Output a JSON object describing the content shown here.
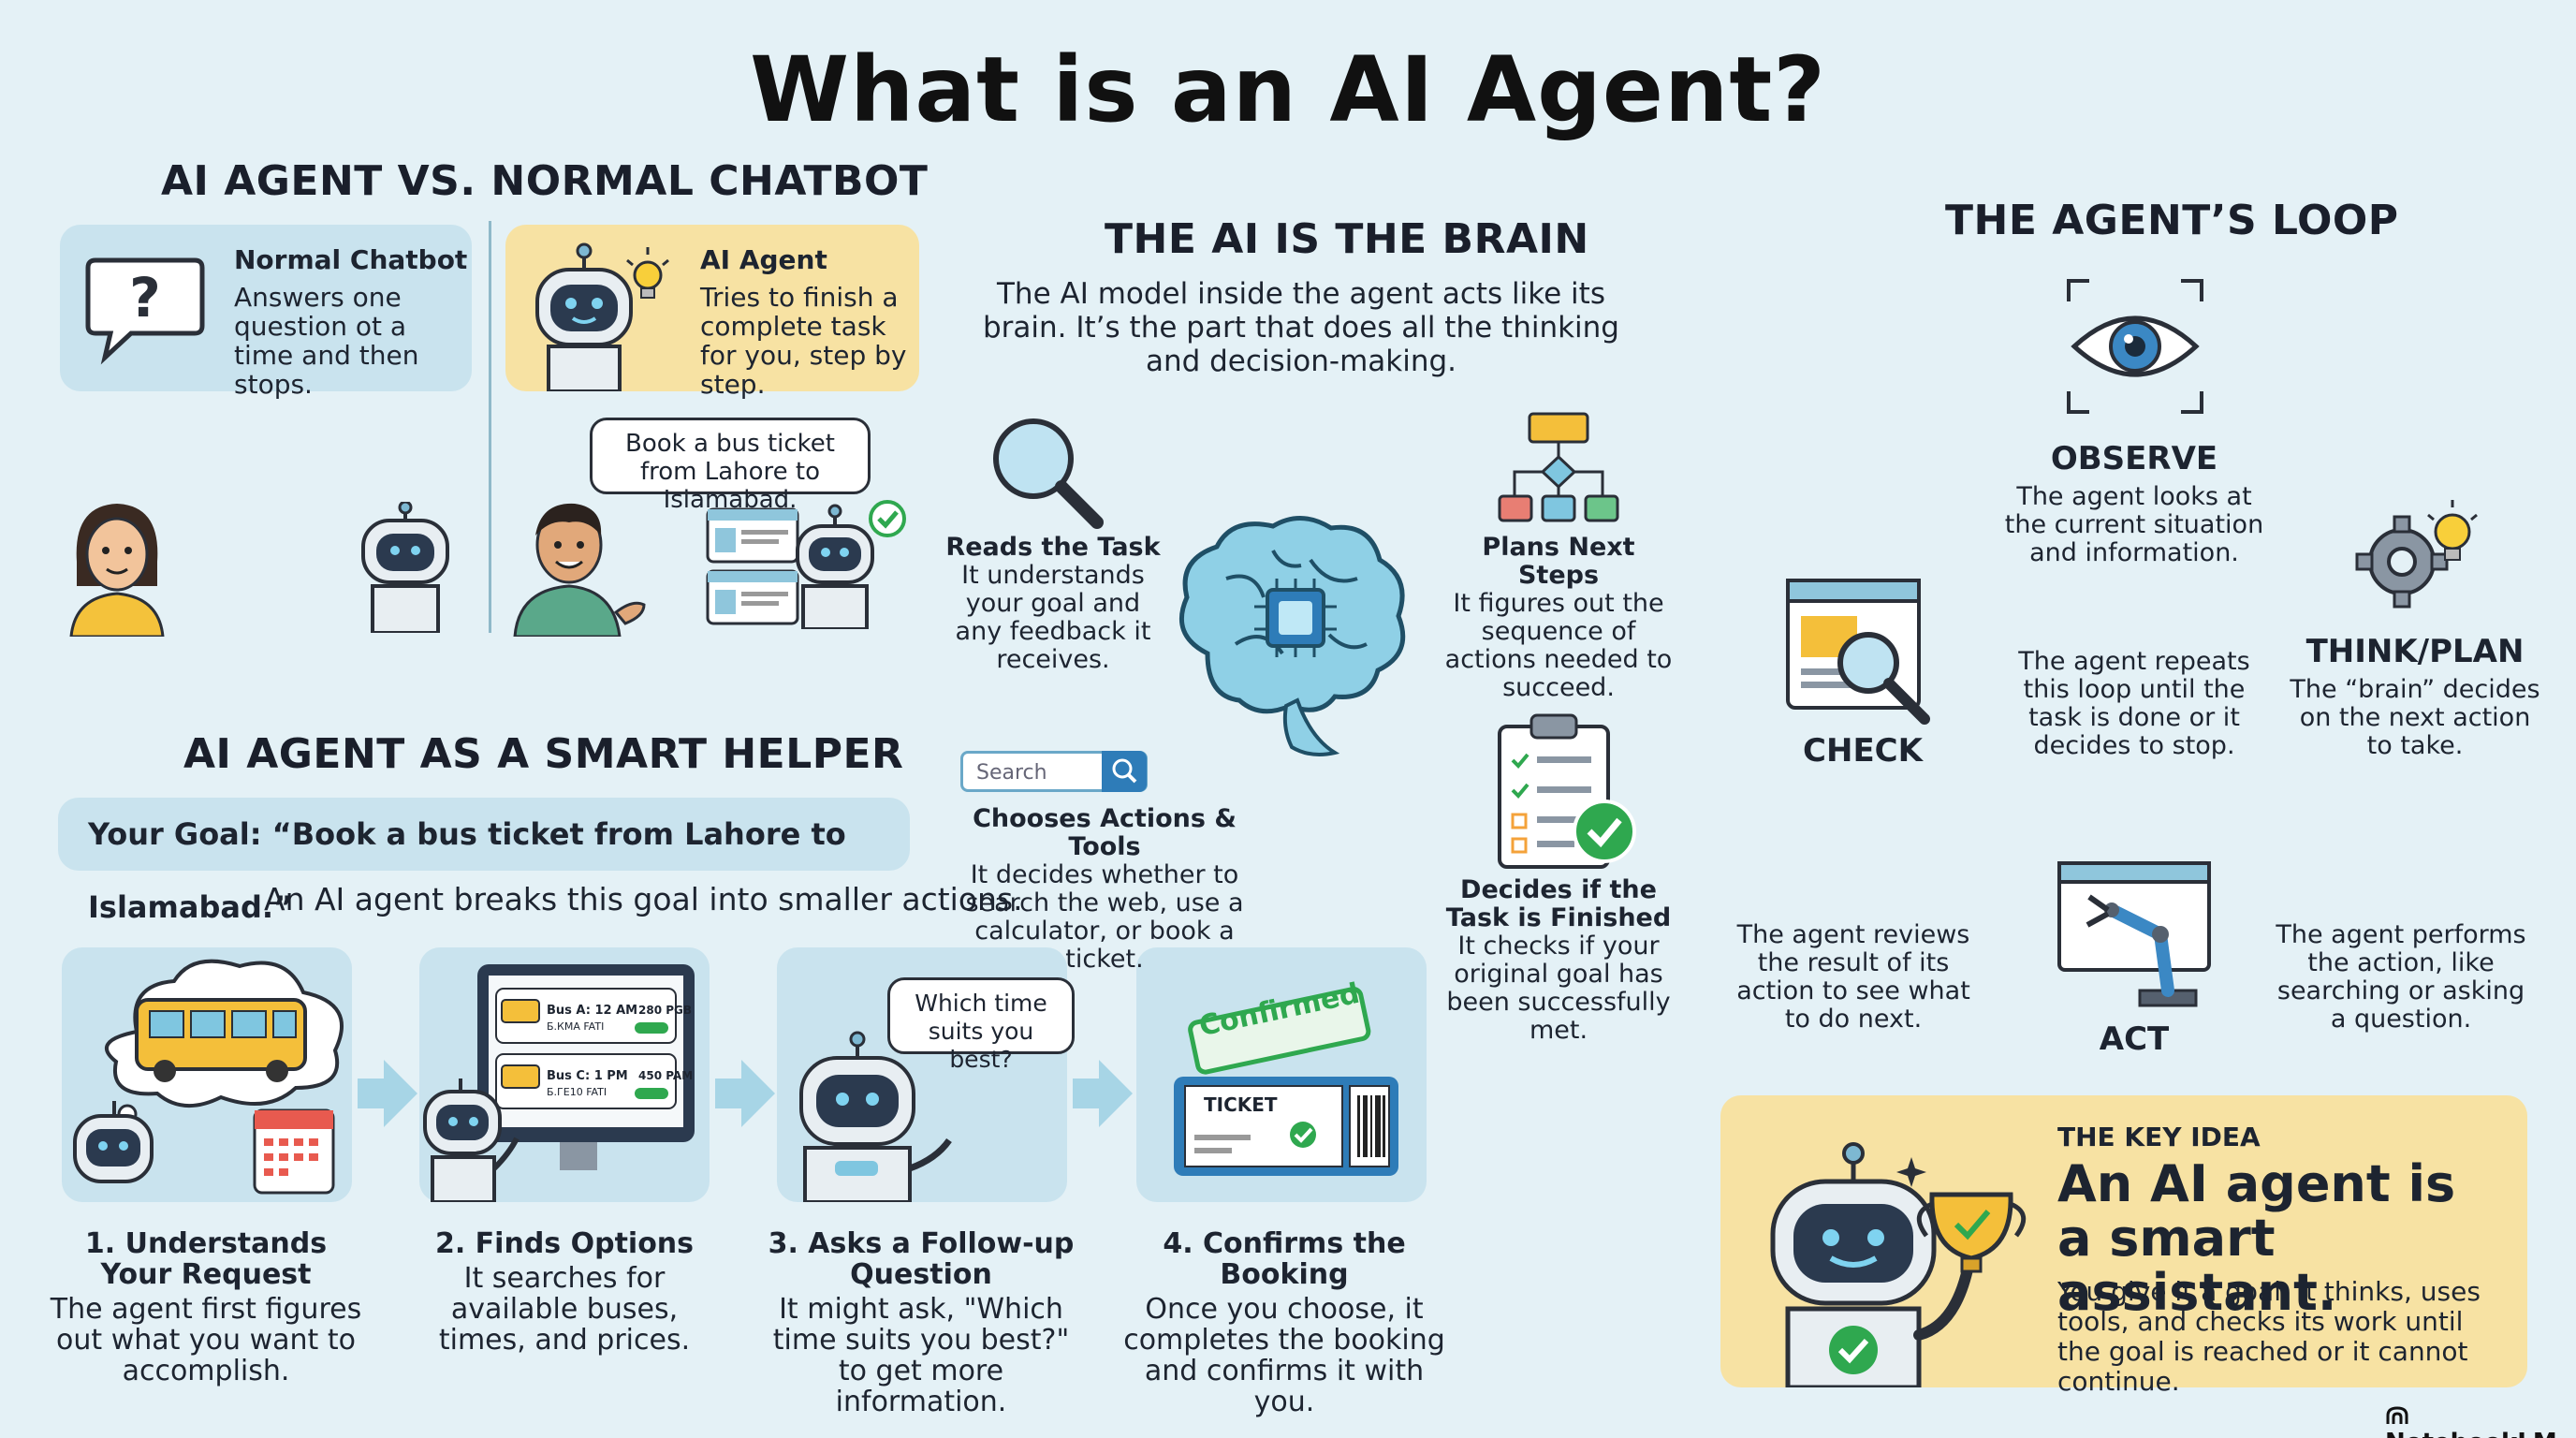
{
  "title": "What is an AI Agent?",
  "vs": {
    "heading": "AI AGENT VS. NORMAL CHATBOT",
    "chatbot_title": "Normal Chatbot",
    "chatbot_desc": "Answers one question ot a time and then stops.",
    "agent_title": "AI Agent",
    "agent_desc": "Tries to finish a complete task for you, step by step.",
    "bubble": "Book a bus ticket from Lahore to Isiamabad."
  },
  "brain": {
    "heading": "THE AI IS THE BRAIN",
    "intro": "The AI model inside the agent acts like its brain. It’s the part that does all the thinking and decision-making.",
    "reads_title": "Reads the Task",
    "reads_desc": "It understands your goal and any feedback it receives.",
    "plans_title": "Plans Next Steps",
    "plans_desc": "It figures out the sequence of actions needed to succeed.",
    "search_placeholder": "Search",
    "chooses_title": "Chooses Actions & Tools",
    "chooses_desc": "It decides whether to search the web, use a calculator, or book a ticket.",
    "decides_title": "Decides if the Task is Finished",
    "decides_desc": "It checks if your original goal has been successfully met."
  },
  "helper": {
    "heading": "AI AGENT AS A SMART HELPER",
    "goal": "Your Goal: “Book a bus ticket from Lahore to Islamabad.”",
    "subtitle": "An AI agent breaks this goal into smaller actions.",
    "screen_row1_a": "Bus A: 12 AM",
    "screen_row1_b": "Б.КМА FATI",
    "screen_row1_price": "280 PGB",
    "screen_row2_a": "Bus C: 1 PM",
    "screen_row2_b": "Б.ГЕ10 FATI",
    "screen_row2_price": "450 PAM",
    "followup_bubble": "Which time suits you best?",
    "stamp": "Confirmed",
    "ticket_label": "TICKET",
    "steps": [
      {
        "title": "1. Understands Your Request",
        "desc": "The agent first figures out what you want to accomplish."
      },
      {
        "title": "2. Finds Options",
        "desc": "It searches for available buses, times, and prices."
      },
      {
        "title": "3. Asks a Follow-up Question",
        "desc": "It might ask, \"Which time suits you best?\" to get more information."
      },
      {
        "title": "4. Confirms the Booking",
        "desc": "Once you choose, it completes the booking and confirms it with you."
      }
    ]
  },
  "loop": {
    "heading": "THE AGENT’S LOOP",
    "observe_title": "OBSERVE",
    "observe_desc": "The agent looks at the current situation and information.",
    "think_title": "THINK/PLAN",
    "think_desc": "The “brain” decides on the next action to take.",
    "act_title": "ACT",
    "act_desc": "The agent performs the action, like searching or asking a question.",
    "check_title": "CHECK",
    "check_desc": "The agent reviews the result of its action to see what to do next.",
    "center": "The agent repeats this loop until the task is done or it decides to stop."
  },
  "key": {
    "label": "THE KEY IDEA",
    "headline": "An AI agent is a smart assistant.",
    "desc": "You give it a goal. It thinks, uses tools, and checks its work until the goal is reached or it cannot continue."
  },
  "brand": "NotebookLM",
  "colors": {
    "background": "#e4f1f6",
    "blue_card": "#c9e3ee",
    "yellow_card": "#f7e2a3",
    "check_green": "#2fa84f"
  }
}
